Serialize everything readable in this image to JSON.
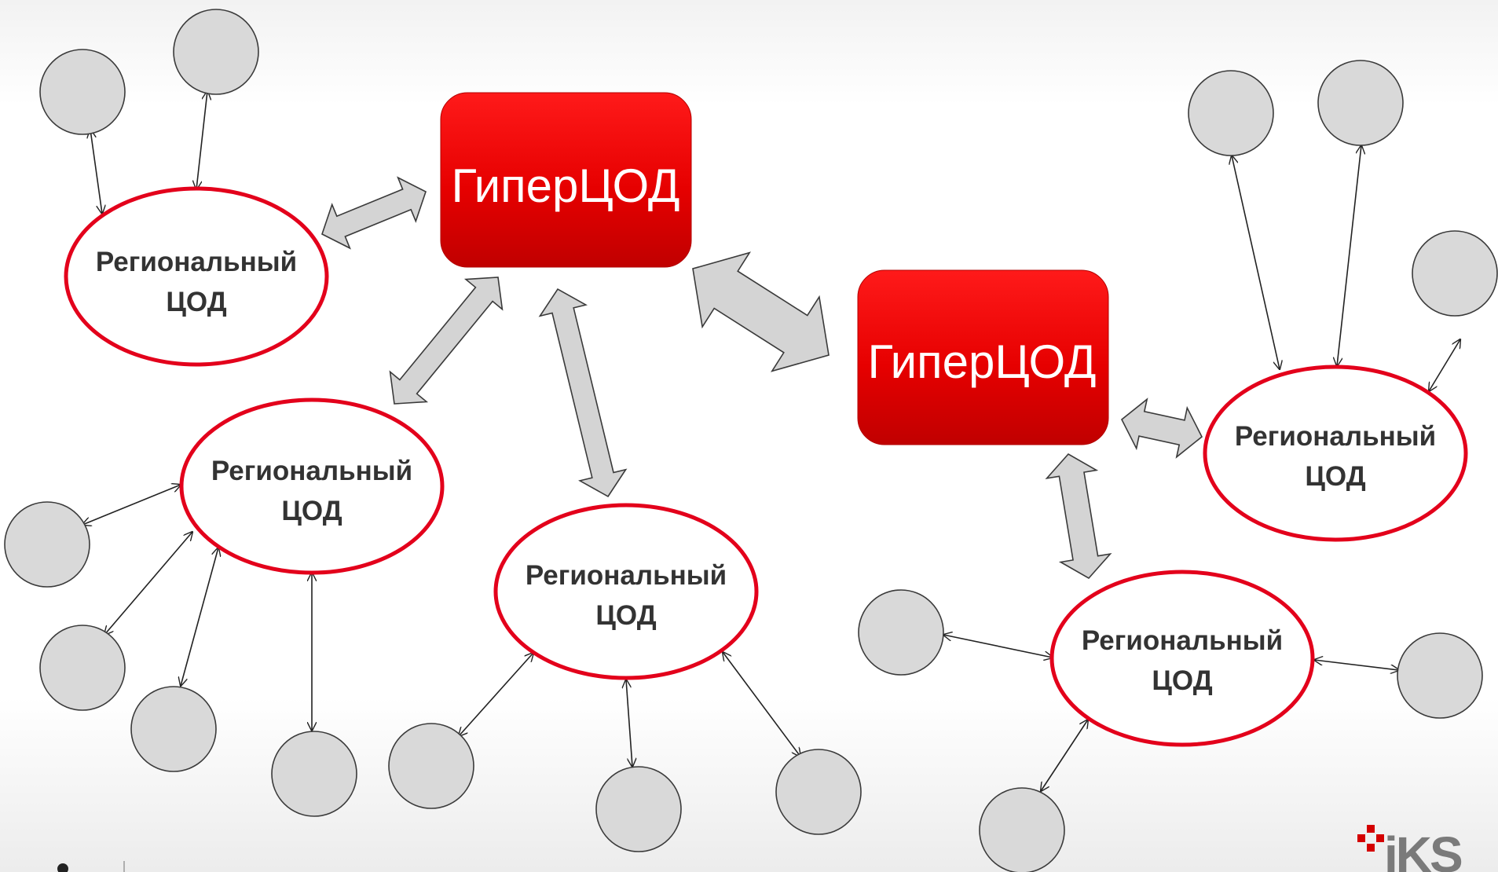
{
  "hyper_label": "ГиперЦОД",
  "regional_label_line1": "Региональный",
  "regional_label_line2": "ЦОД",
  "logo": "iKS",
  "colors": {
    "hyper_fill": "#e60000",
    "hyper_fill_dark": "#c40000",
    "regional_stroke": "#e3001b",
    "node_fill": "#d9d9d9",
    "big_arrow_fill": "#d4d4d4",
    "logo_red": "#d40000"
  }
}
